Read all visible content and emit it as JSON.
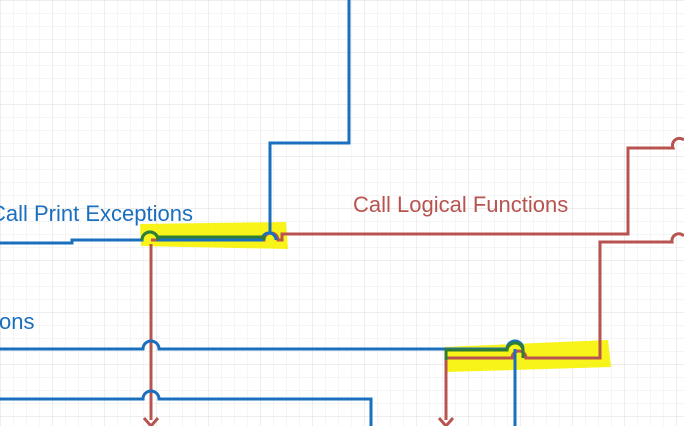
{
  "colors": {
    "blue": "#1a6fbe",
    "red": "#b85450",
    "green": "#2e7d32",
    "highlight": "#f7f200",
    "grid_minor": "#ebebeb",
    "grid_major": "#dcdcdc"
  },
  "labels": {
    "print_exceptions": "Call Print Exceptions",
    "logical_functions": "Call Logical Functions",
    "partial_left": "ons"
  }
}
